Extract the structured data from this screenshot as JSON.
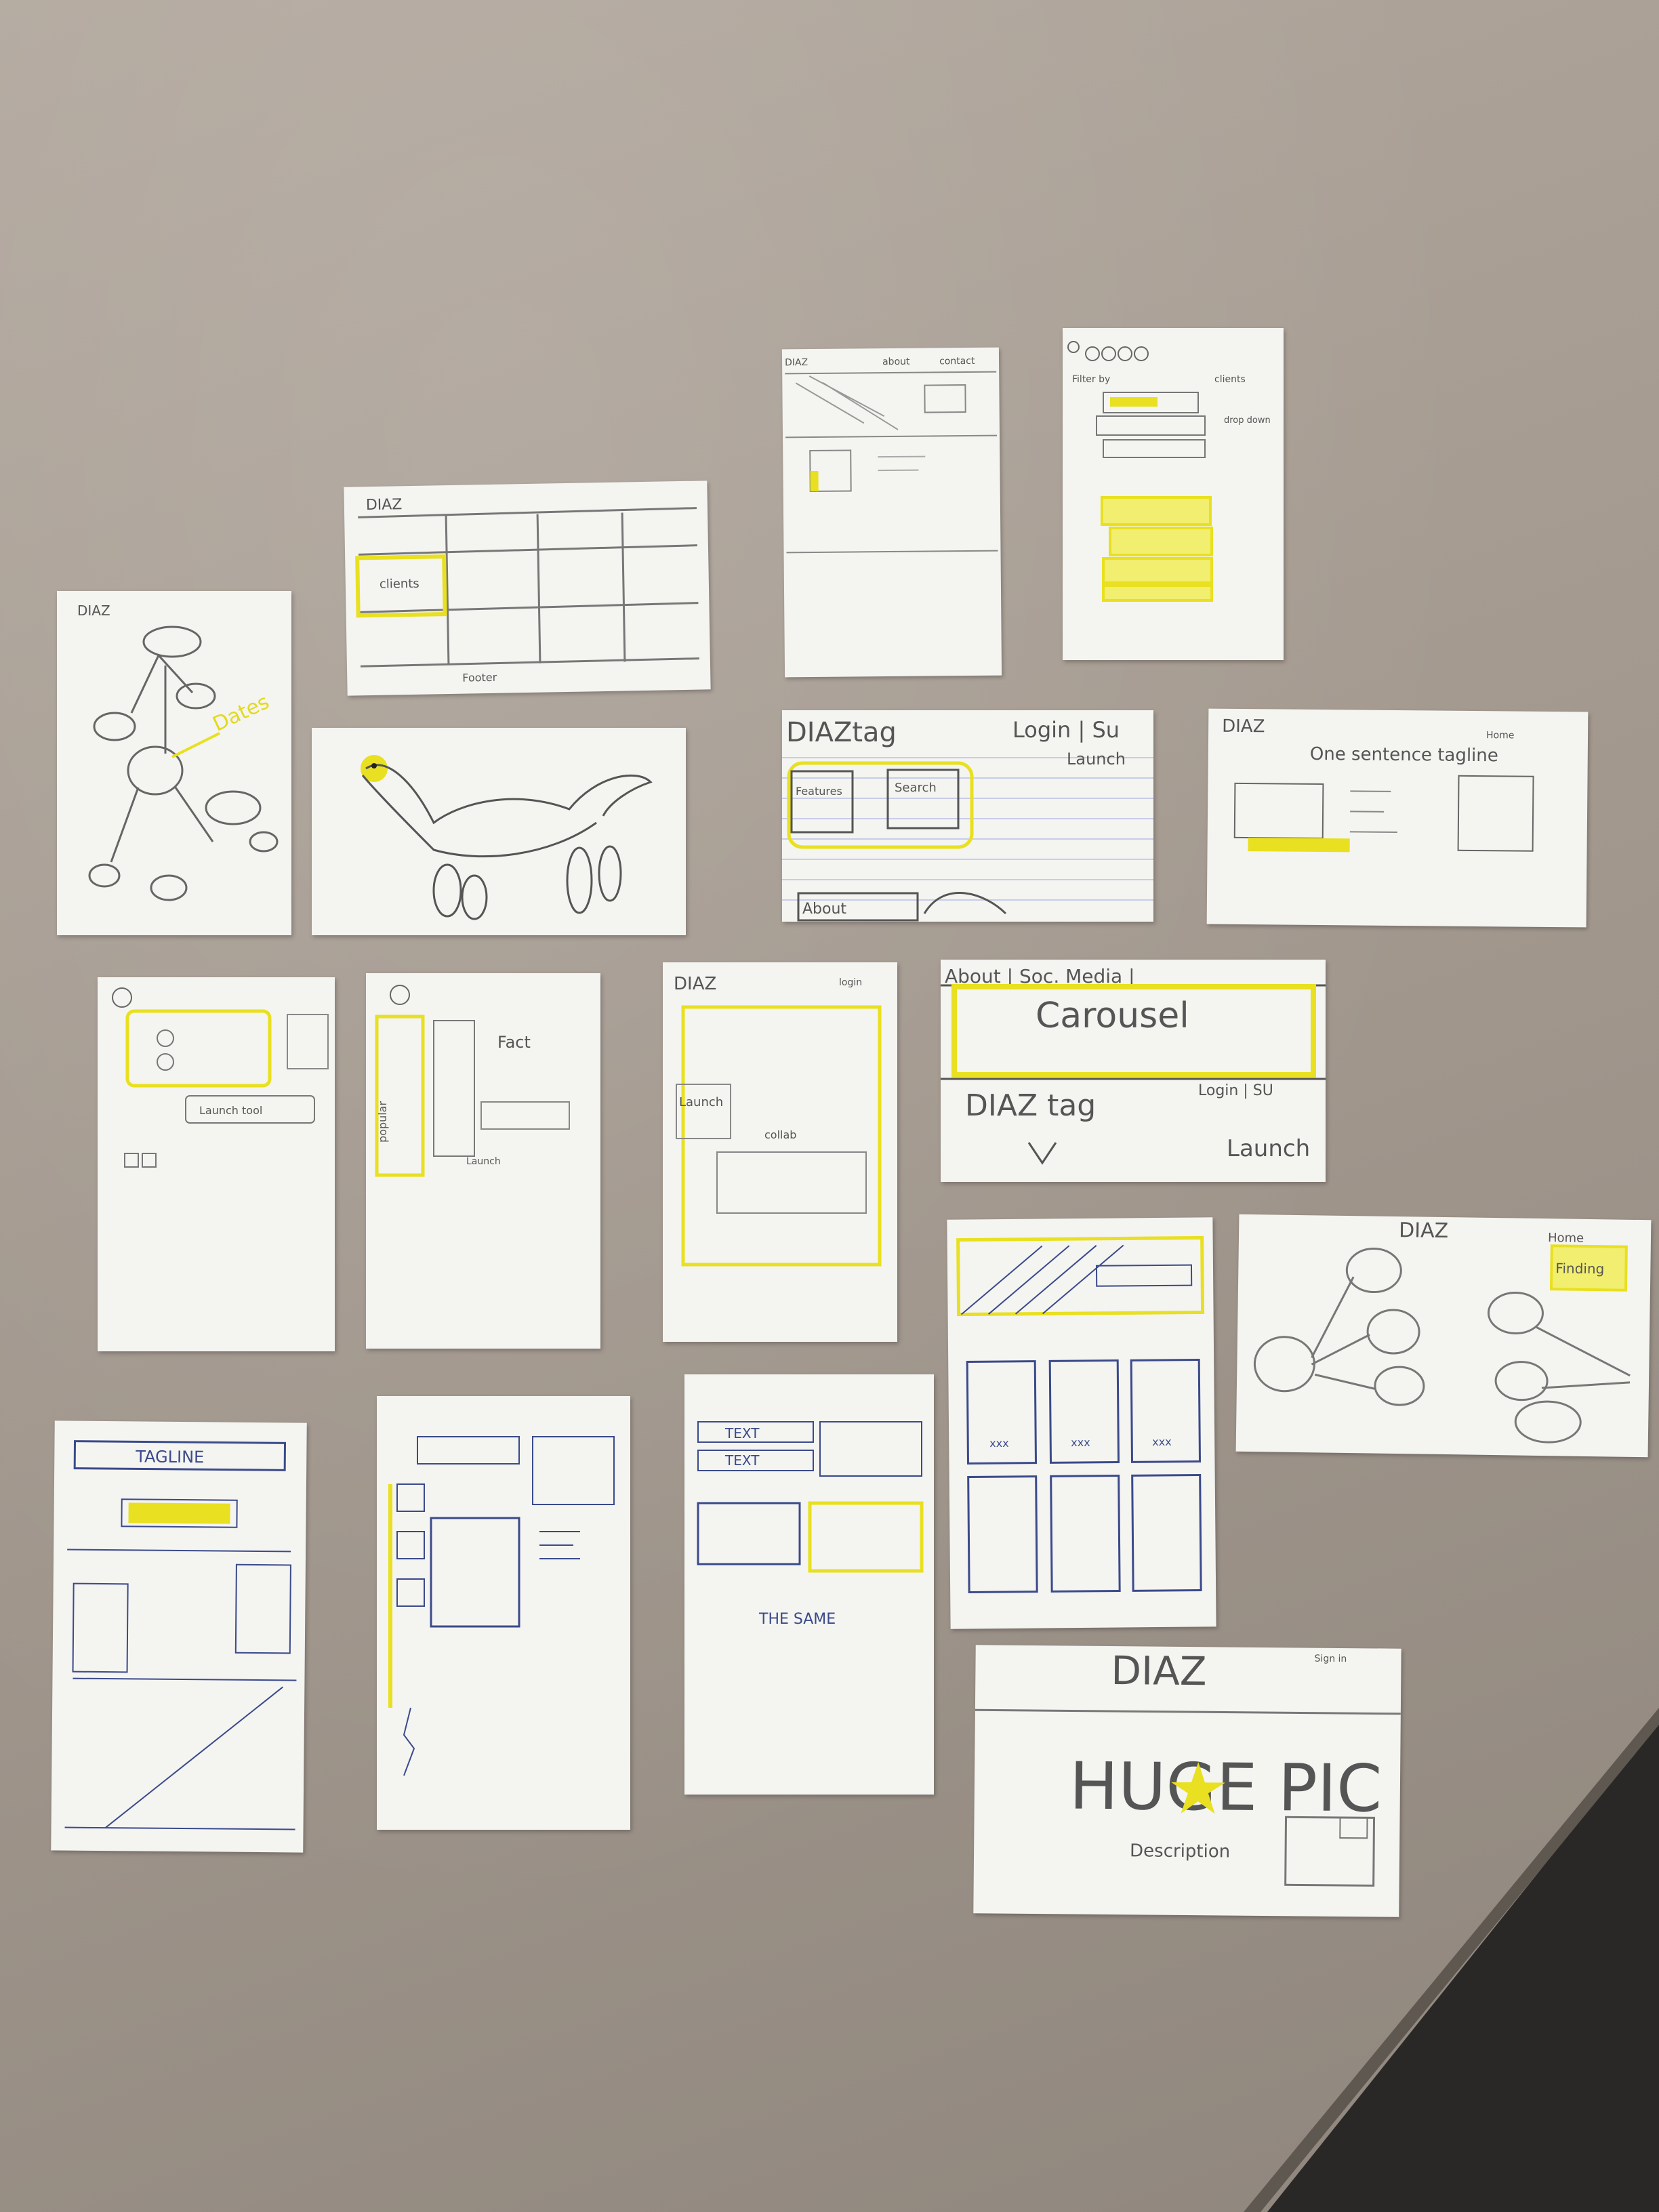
{
  "cards": {
    "stickman": {
      "title": "DIAZ",
      "label": "Dates"
    },
    "grid": {
      "title": "DIAZ",
      "cell": "clients",
      "footer": "Footer"
    },
    "topnav": {
      "brand": "DIAZ",
      "nav1": "about",
      "nav2": "contact"
    },
    "dinosaur": {},
    "filters": {
      "label1": "Filter by",
      "label2": "clients",
      "label3": "drop down"
    },
    "diaztag": {
      "title": "DIAZtag",
      "login": "Login | Su",
      "launch": "Launch",
      "features": "Features",
      "search": "Search",
      "about": "About"
    },
    "tagline": {
      "title": "DIAZ",
      "tagline": "One sentence tagline",
      "home": "Home"
    },
    "mobile1": {
      "launch": "Launch tool"
    },
    "mobile2": {
      "fact": "Fact",
      "popular": "popular",
      "launch": "Launch"
    },
    "mobile3": {
      "title": "DIAZ",
      "login": "login",
      "launch": "Launch",
      "collab": "collab"
    },
    "carousel": {
      "nav": "About | Soc. Media |",
      "carousel": "Carousel",
      "title": "DIAZ tag",
      "login": "Login | SU",
      "launch": "Launch"
    },
    "video": {
      "xxx": "xxx"
    },
    "network": {
      "title": "DIAZ",
      "home": "Home",
      "finding": "Finding"
    },
    "taglinecard": {
      "tagline": "TAGLINE"
    },
    "sidenav": {},
    "thesame": {
      "text1": "TEXT",
      "text2": "TEXT",
      "same": "THE SAME"
    },
    "hugepic": {
      "title": "DIAZ",
      "sign": "Sign in",
      "huge": "HUGE PIC",
      "desc": "Description"
    }
  }
}
